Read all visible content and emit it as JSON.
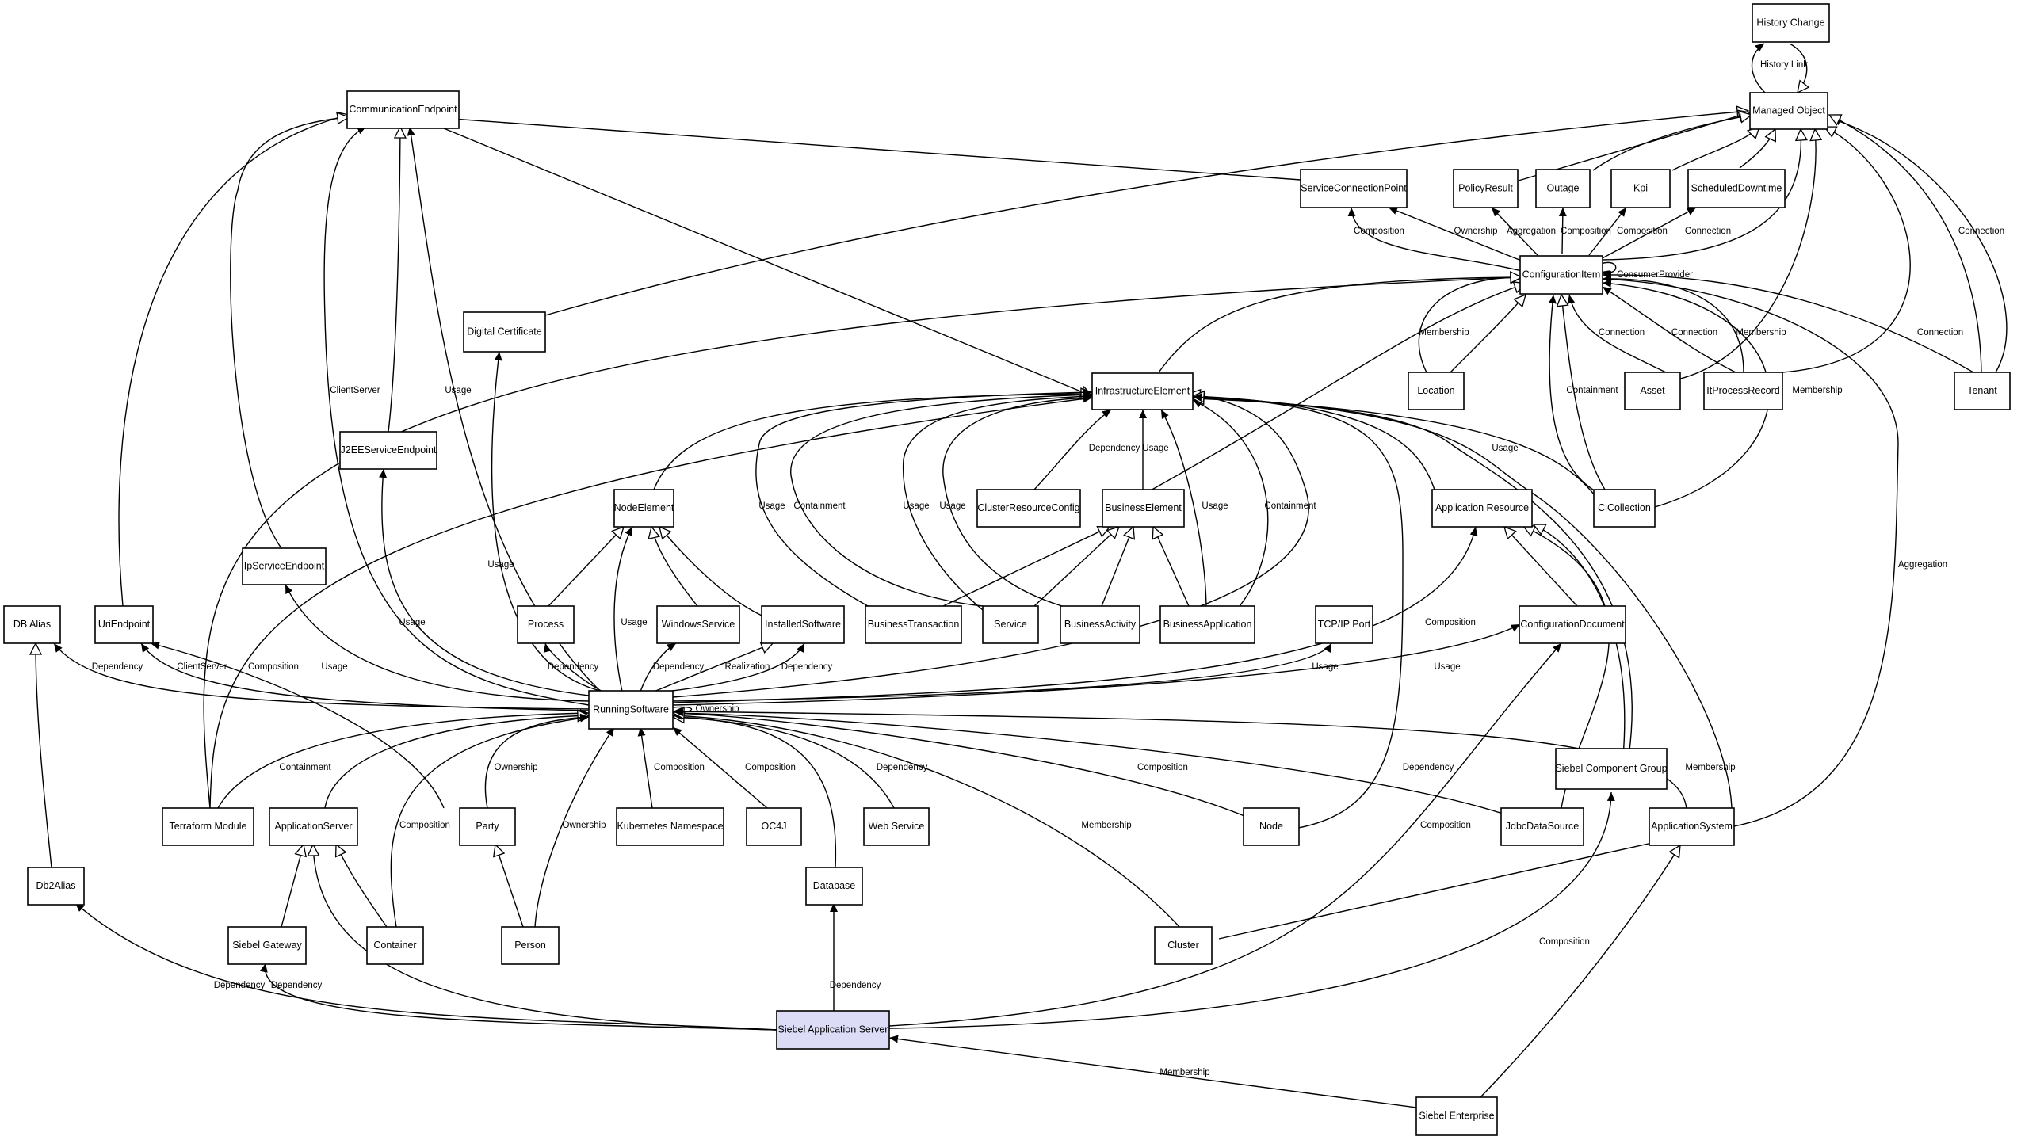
{
  "diagram": {
    "nodes": {
      "history_change": "History Change",
      "managed_object": "Managed Object",
      "communication_endpoint": "CommunicationEndpoint",
      "service_connection_point": "ServiceConnectionPoint",
      "policy_result": "PolicyResult",
      "outage": "Outage",
      "kpi": "Kpi",
      "scheduled_downtime": "ScheduledDowntime",
      "configuration_item": "ConfigurationItem",
      "digital_certificate": "Digital Certificate",
      "location": "Location",
      "asset": "Asset",
      "it_process_record": "ItProcessRecord",
      "tenant": "Tenant",
      "infrastructure_element": "InfrastructureElement",
      "j2ee_service_endpoint": "J2EEServiceEndpoint",
      "node_element": "NodeElement",
      "cluster_resource_config": "ClusterResourceConfig",
      "business_element": "BusinessElement",
      "application_resource": "Application Resource",
      "ci_collection": "CiCollection",
      "ip_service_endpoint": "IpServiceEndpoint",
      "db_alias": "DB Alias",
      "uri_endpoint": "UriEndpoint",
      "process": "Process",
      "windows_service": "WindowsService",
      "installed_software": "InstalledSoftware",
      "business_transaction": "BusinessTransaction",
      "service": "Service",
      "business_activity": "BusinessActivity",
      "business_application": "BusinessApplication",
      "tcpip_port": "TCP/IP Port",
      "configuration_document": "ConfigurationDocument",
      "running_software": "RunningSoftware",
      "siebel_component_group": "Siebel Component Group",
      "terraform_module": "Terraform Module",
      "application_server": "ApplicationServer",
      "party": "Party",
      "kubernetes_namespace": "Kubernetes Namespace",
      "oc4j": "OC4J",
      "web_service": "Web Service",
      "node": "Node",
      "jdbc_data_source": "JdbcDataSource",
      "application_system": "ApplicationSystem",
      "db2_alias": "Db2Alias",
      "database": "Database",
      "siebel_gateway": "Siebel Gateway",
      "container": "Container",
      "person": "Person",
      "cluster": "Cluster",
      "siebel_application_server": "Siebel Application Server",
      "siebel_enterprise": "Siebel Enterprise"
    },
    "edge_labels": {
      "history_link": "History Link",
      "connection": "Connection",
      "composition": "Composition",
      "ownership": "Ownership",
      "aggregation": "Aggregation",
      "consumer_provider": "ConsumerProvider",
      "membership": "Membership",
      "containment": "Containment",
      "usage": "Usage",
      "dependency": "Dependency",
      "client_server": "ClientServer",
      "realization": "Realization"
    }
  }
}
